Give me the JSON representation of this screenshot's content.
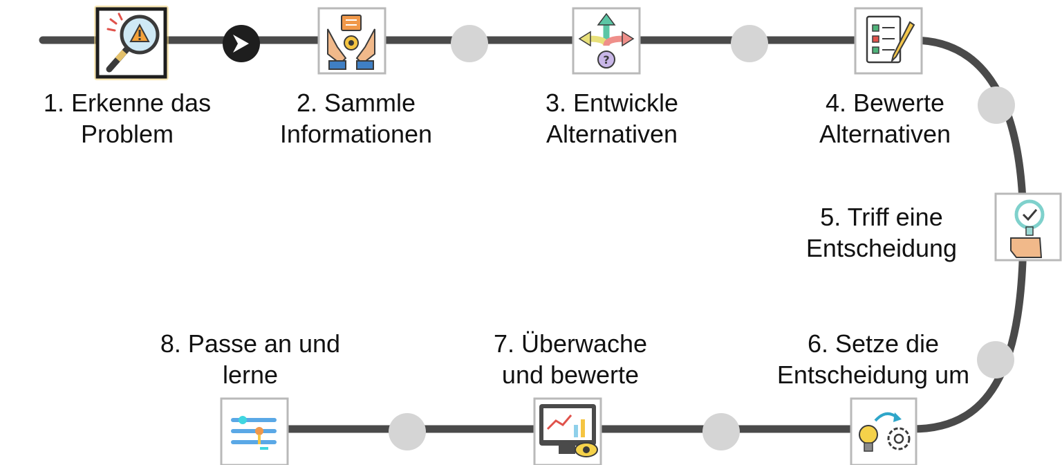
{
  "steps": [
    {
      "line1": "1. Erkenne das",
      "line2": "Problem",
      "icon": "magnifier-warning-icon"
    },
    {
      "line1": "2. Sammle",
      "line2": "Informationen",
      "icon": "hands-gear-data-icon"
    },
    {
      "line1": "3. Entwickle",
      "line2": "Alternativen",
      "icon": "branching-arrows-question-icon"
    },
    {
      "line1": "4. Bewerte",
      "line2": "Alternativen",
      "icon": "checklist-pencil-icon"
    },
    {
      "line1": "5. Triff eine",
      "line2": "Entscheidung",
      "icon": "hand-checkmark-icon"
    },
    {
      "line1": "6. Setze die",
      "line2": "Entscheidung um",
      "icon": "lightbulb-gear-icon"
    },
    {
      "line1": "7. Überwache",
      "line2": "und bewerte",
      "icon": "monitor-eye-chart-icon"
    },
    {
      "line1": "8. Passe an und",
      "line2": "lerne",
      "icon": "slider-adjust-icon"
    }
  ],
  "colors": {
    "track": "#4a4a4a",
    "node": "#d5d5d5",
    "arrow_node": "#1e1e1e",
    "highlight": "#f6d77c",
    "icon_frame": "#b9b9b9"
  }
}
